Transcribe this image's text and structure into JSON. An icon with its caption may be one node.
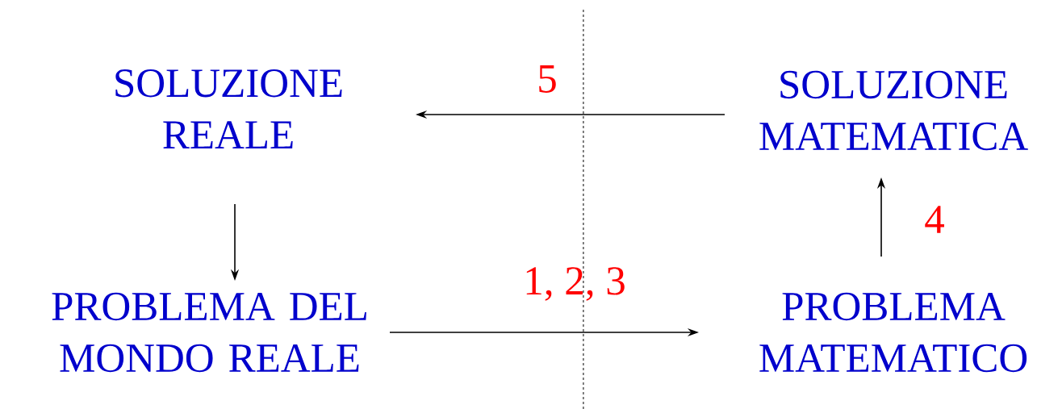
{
  "diagram": {
    "nodes": [
      {
        "text": [
          "SOLUZIONE REALE"
        ]
      },
      {
        "text": [
          "SOLUZIONE MATEMATICA"
        ]
      },
      {
        "text": [
          "PROBLEMA DEL MONDO REALE"
        ]
      },
      {
        "text": [
          "PROBLEMA MATEMATICO"
        ]
      }
    ],
    "edges": [
      {
        "from": 1,
        "to": 0,
        "arrow": "to",
        "label": "5"
      },
      {
        "from": 0,
        "to": 2,
        "arrow": "to"
      },
      {
        "from": 2,
        "to": 3,
        "arrow": "to",
        "label": "1, 2, 3"
      },
      {
        "from": 3,
        "to": 1,
        "arrow": "to",
        "label": "4"
      }
    ]
  }
}
